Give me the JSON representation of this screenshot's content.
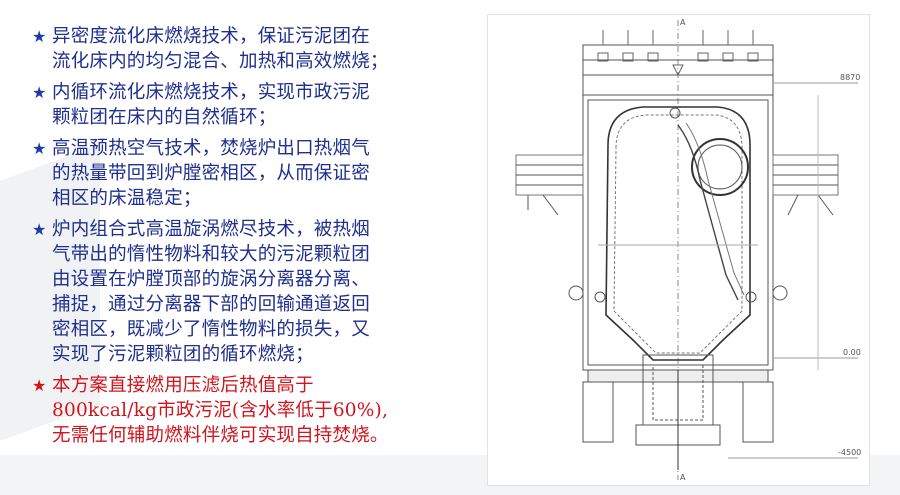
{
  "bullets": [
    {
      "lines": [
        "异密度流化床燃烧技术，保证污泥团在",
        "流化床内的均匀混合、加热和高效燃烧；"
      ],
      "color": "#1f2f8f"
    },
    {
      "lines": [
        "内循环流化床燃烧技术，实现市政污泥",
        "颗粒团在床内的自然循环；"
      ],
      "color": "#1f2f8f"
    },
    {
      "lines": [
        "高温预热空气技术，焚烧炉出口热烟气",
        "的热量带回到炉膛密相区，从而保证密",
        "相区的床温稳定；"
      ],
      "color": "#1f2f8f"
    },
    {
      "lines": [
        "炉内组合式高温旋涡燃尽技术，被热烟",
        "气带出的惰性物料和较大的污泥颗粒团",
        "由设置在炉膛顶部的旋涡分离器分离、",
        "捕捉，通过分离器下部的回输通道返回",
        "密相区，既减少了惰性物料的损失，又",
        "实现了污泥颗粒团的循环燃烧；"
      ],
      "color": "#1f2f8f"
    },
    {
      "lines": [
        "本方案直接燃用压滤后热值高于",
        "800kcal/kg市政污泥(含水率低于60%),",
        "无需任何辅助燃料伴烧可实现自持焚烧。"
      ],
      "color": "#d0141d"
    }
  ],
  "star_glyph": "★",
  "icons": {
    "bullet": "star-icon"
  },
  "drawing": {
    "elevations": [
      "8870",
      "0.00",
      "-4500"
    ],
    "section_marks": [
      "A",
      "A"
    ]
  }
}
